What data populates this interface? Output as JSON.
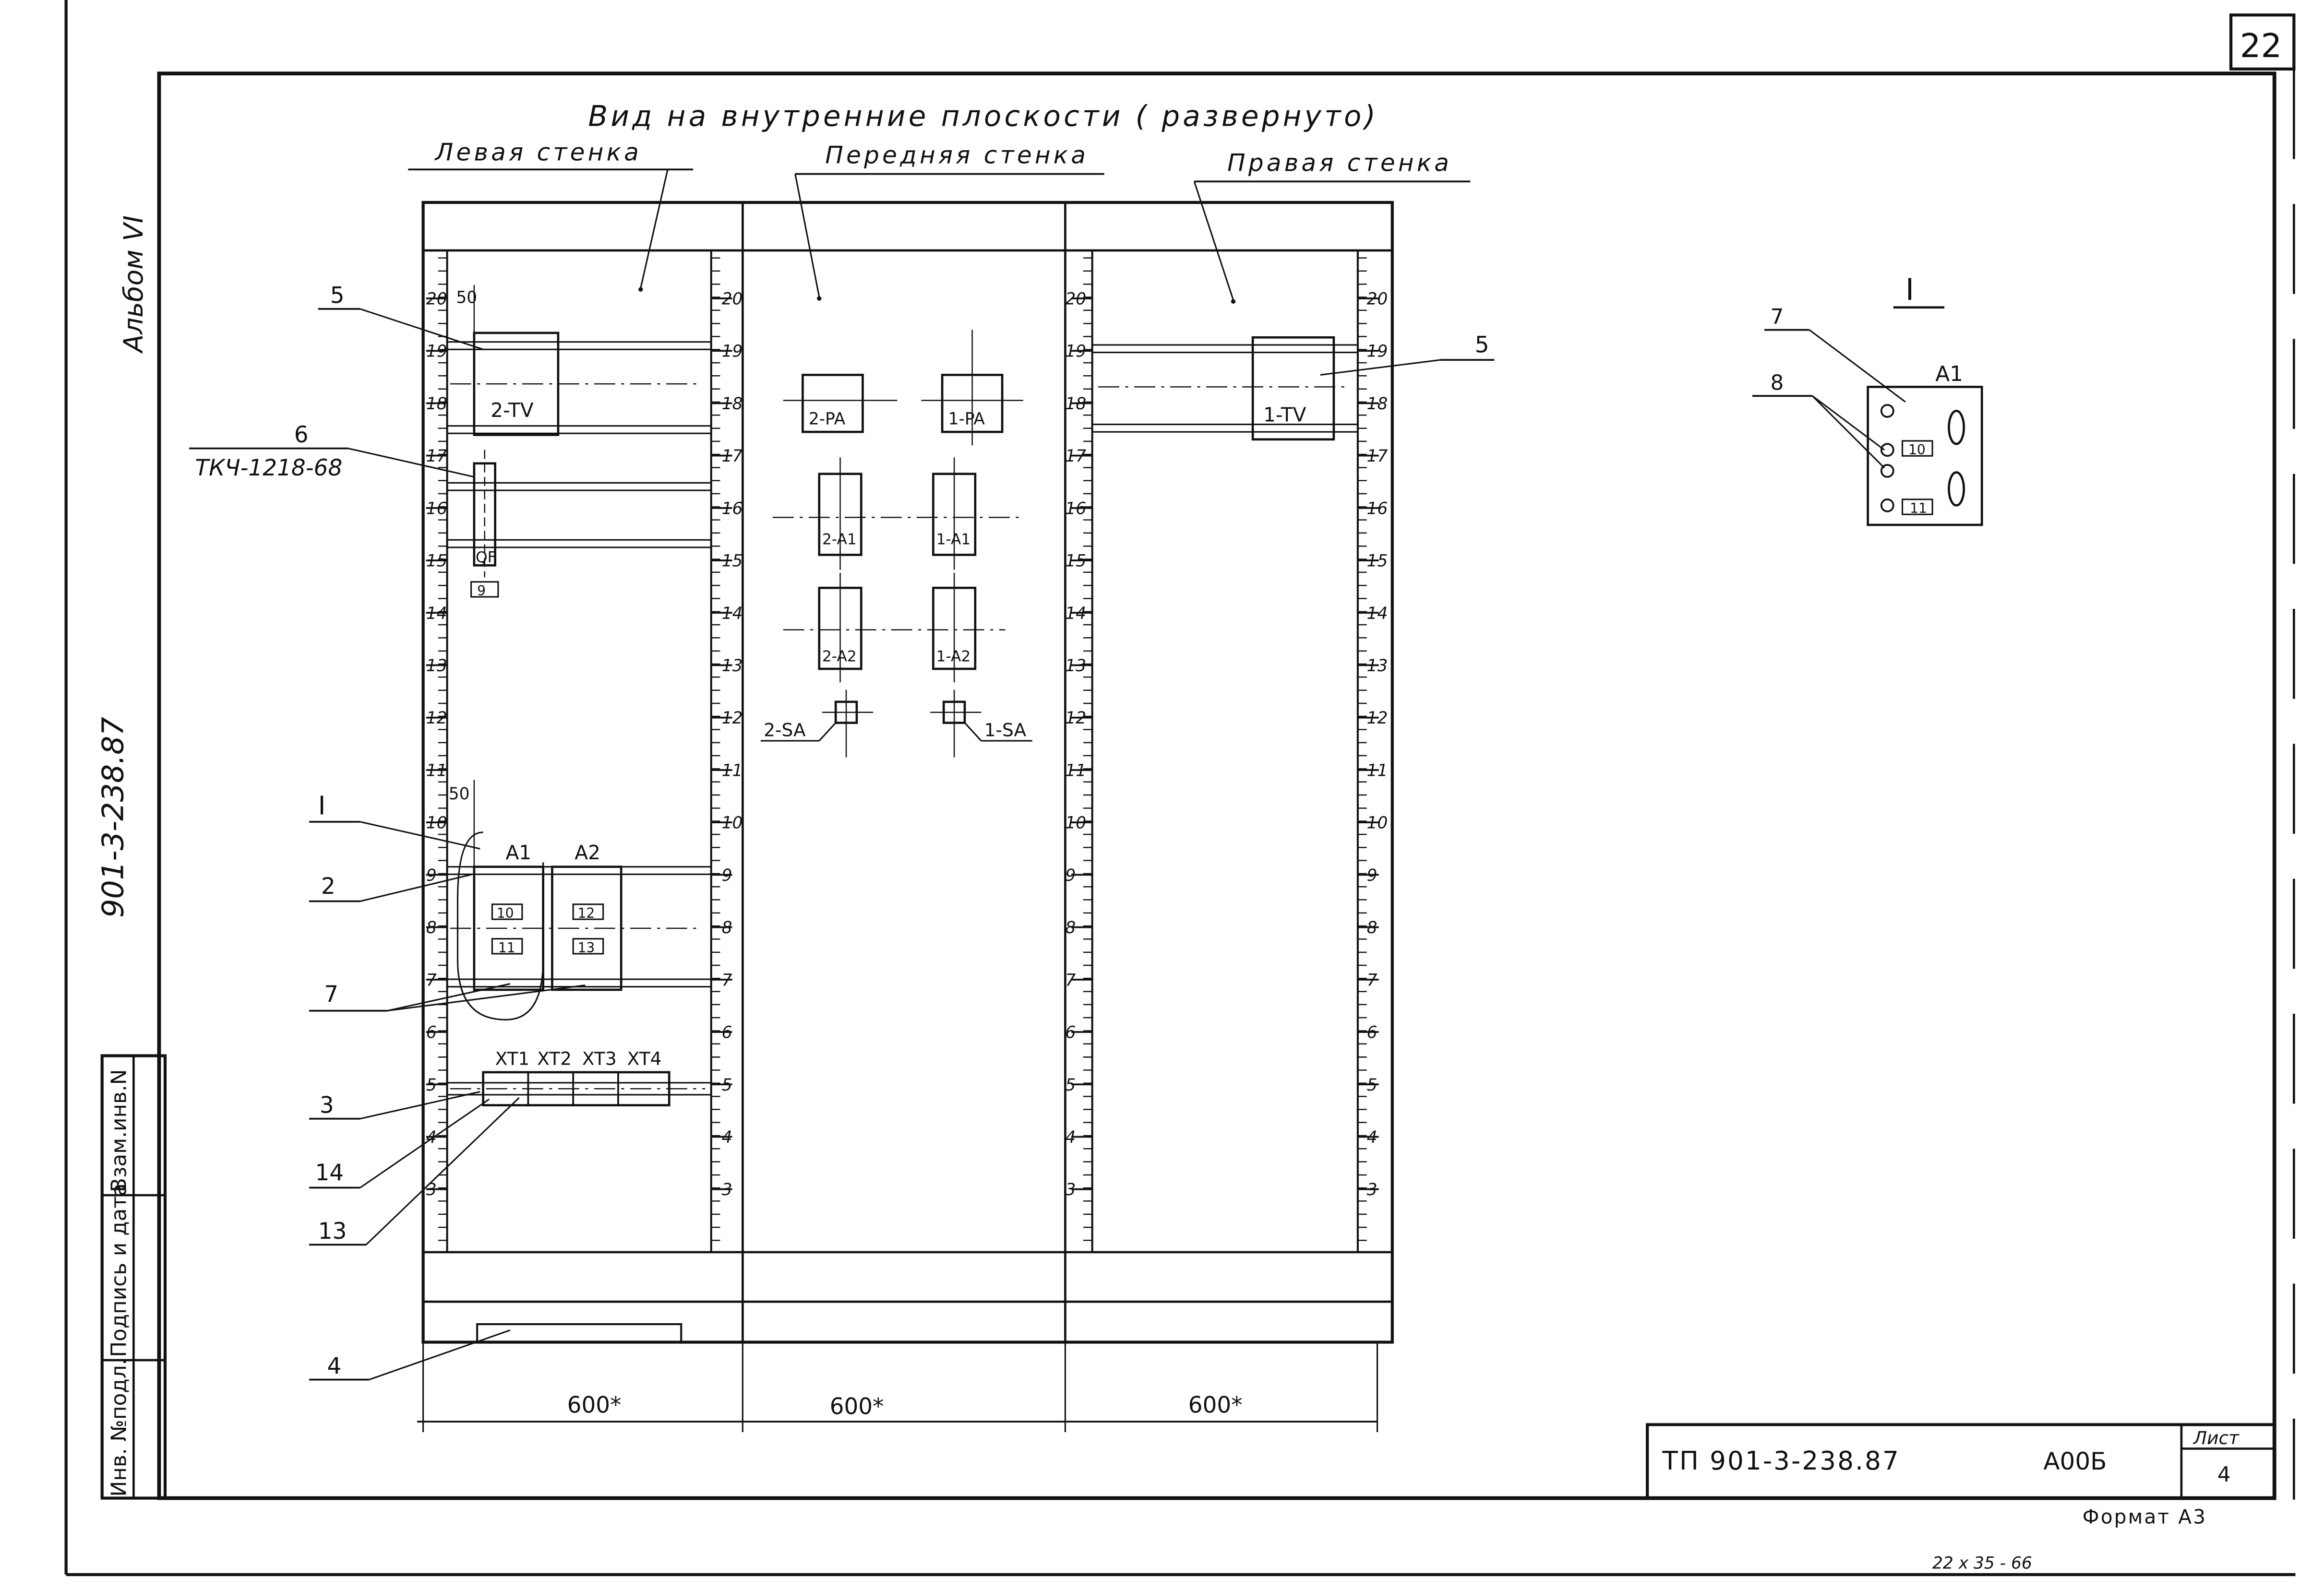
{
  "sheet_corner_number": "22",
  "album_label": "Альбом VI",
  "side_code": "901-3-238.87",
  "side_stamp": {
    "inv_no": "Инв. №подл.",
    "sign_date": "Подпись и дата",
    "replace_inv": "Взам.инв.N"
  },
  "title": "Вид на внутренние плоскости ( развернуто)",
  "wall_labels": {
    "left": "Левая стенка",
    "front": "Передняя стенка",
    "right": "Правая стенка"
  },
  "scale_numbers": [
    "20",
    "19",
    "18",
    "17",
    "16",
    "15",
    "14",
    "13",
    "12",
    "11",
    "10",
    "9",
    "8",
    "7",
    "6",
    "5",
    "4",
    "3"
  ],
  "dimensions": {
    "left": "600*",
    "middle": "600*",
    "right": "600*",
    "offset_top": "50",
    "offset_mid": "50"
  },
  "devices": {
    "left_tv": "2-TV",
    "right_tv": "1-TV",
    "breaker": "QF",
    "breaker_tag": "9",
    "a1": "A1",
    "a2": "A2",
    "tags_a1": [
      "10",
      "11"
    ],
    "tags_a2": [
      "12",
      "13"
    ],
    "terminals": [
      "XT1",
      "XT2",
      "XT3",
      "XT4"
    ],
    "pa2": "2-PA",
    "pa1": "1-PA",
    "a1_2": "2-A1",
    "a1_1": "1-A1",
    "a2_2": "2-A2",
    "a2_1": "1-A2",
    "sa2": "2-SA",
    "sa1": "1-SA"
  },
  "callouts": {
    "c5_left": "5",
    "c6": "6",
    "c6_sub": "ТКЧ-1218-68",
    "cI": "I",
    "c2": "2",
    "c7": "7",
    "c3": "3",
    "c14": "14",
    "c13": "13",
    "c4": "4",
    "c5_right": "5"
  },
  "detail": {
    "title": "I",
    "label": "A1",
    "callout_7": "7",
    "callout_8": "8",
    "tag_top": "10",
    "tag_bottom": "11"
  },
  "title_block": {
    "doc_code": "ТП 901-3-238.87",
    "part": "А00Б",
    "sheet_label": "Лист",
    "sheet_number": "4"
  },
  "format": "Формат А3",
  "handwritten_note": "22 x 35 - 66"
}
